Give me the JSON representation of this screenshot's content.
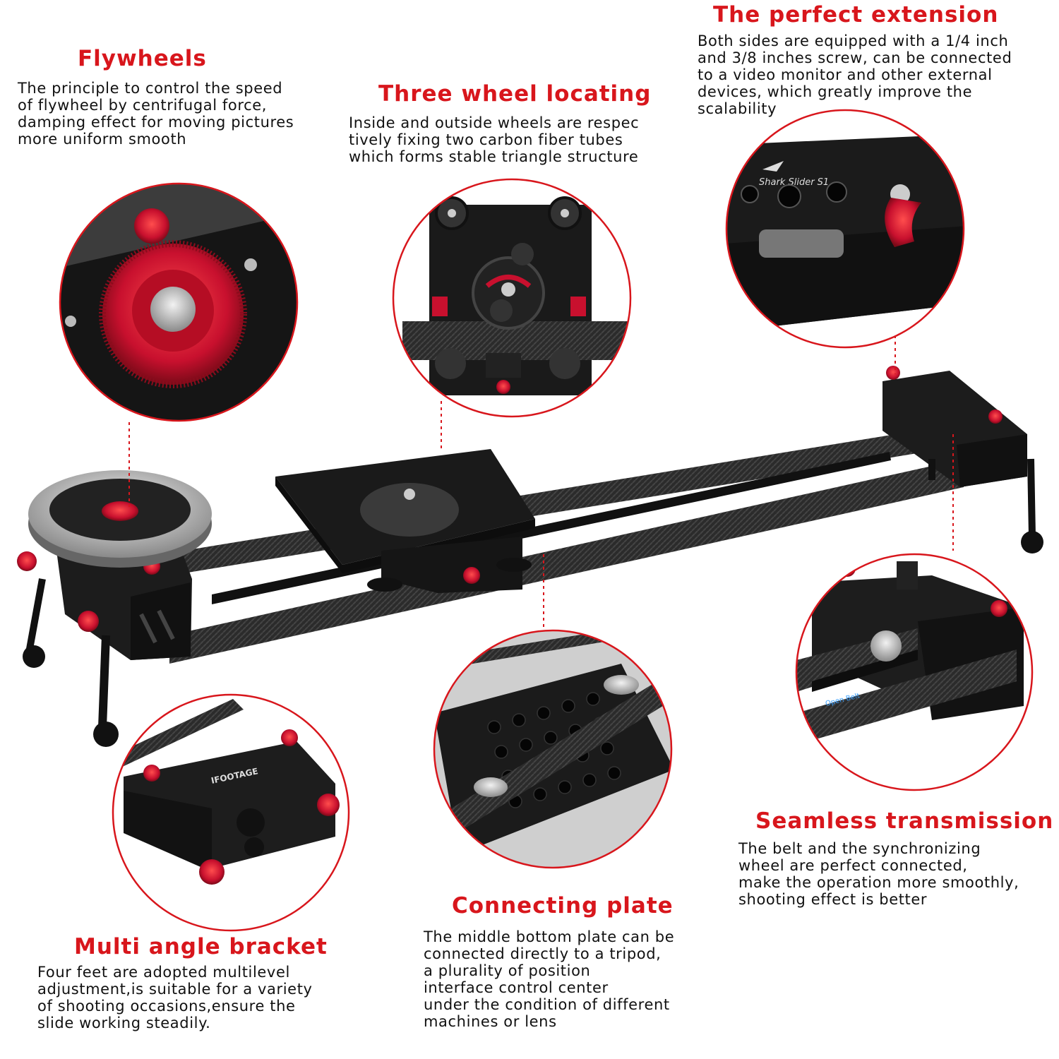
{
  "colors": {
    "accent": "#d8161c",
    "text": "#111111",
    "carbon": "#2a2a2a",
    "aluminum_red": "#c8102e"
  },
  "features": [
    {
      "id": "flywheels",
      "title": "Flywheels",
      "lines": [
        "The principle to control the speed",
        "of flywheel by centrifugal force,",
        "damping effect for moving pictures",
        "more uniform smooth"
      ]
    },
    {
      "id": "three-wheel",
      "title": "Three wheel locating",
      "lines": [
        "Inside and outside wheels are respec",
        "tively fixing two carbon fiber tubes",
        "which forms stable triangle structure"
      ]
    },
    {
      "id": "extension",
      "title": "The perfect extension",
      "lines": [
        "Both sides are equipped with a 1/4 inch",
        "and 3/8 inches screw, can be connected",
        "to a video monitor and other external",
        "devices, which greatly improve the",
        "scalability"
      ]
    },
    {
      "id": "seamless",
      "title": "Seamless transmission",
      "lines": [
        "The belt and the synchronizing",
        "wheel are perfect connected,",
        "make the operation more smoothly,",
        "shooting effect is better"
      ]
    },
    {
      "id": "connecting-plate",
      "title": "Connecting plate",
      "lines": [
        "The middle bottom plate can be",
        "connected directly to a tripod,",
        "a plurality of position",
        "interface control center",
        "under the condition of different",
        "machines or lens"
      ]
    },
    {
      "id": "multi-angle",
      "title": "Multi angle bracket",
      "lines": [
        "Four feet are adopted multilevel",
        "adjustment,is suitable for a variety",
        "of shooting occasions,ensure the",
        "slide working steadily."
      ]
    }
  ],
  "product_labels": {
    "brand_plate": "Shark Slider S1",
    "brand": "IFOOTAGE",
    "belt_text": "Open Belt"
  }
}
